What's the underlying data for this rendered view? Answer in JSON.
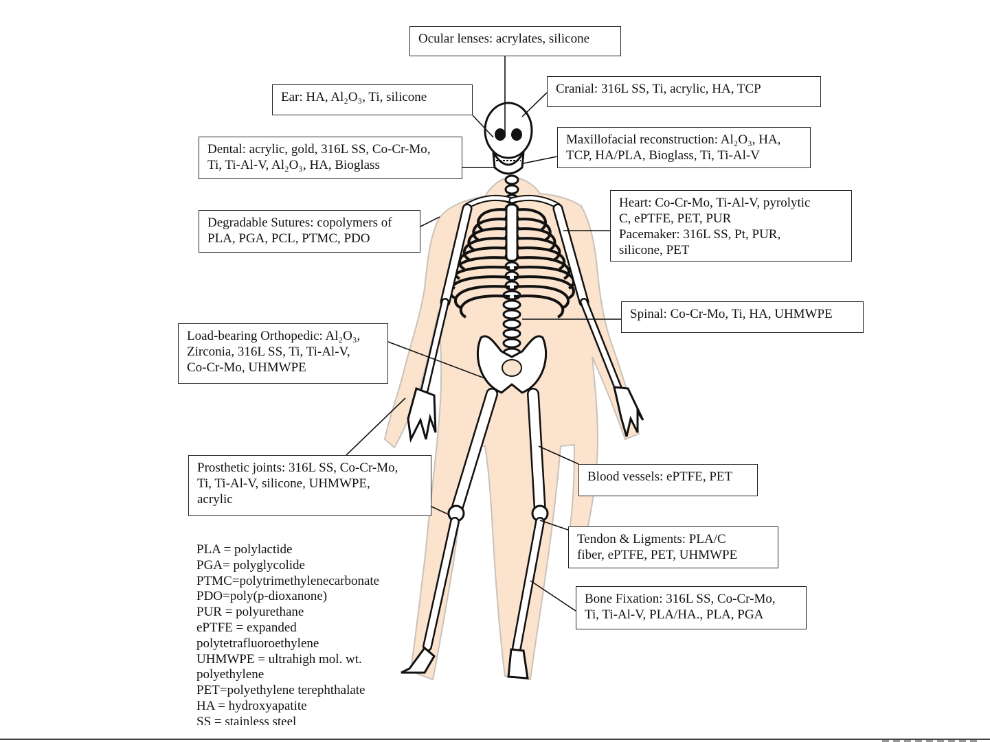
{
  "labels": {
    "ocular": [
      "Ocular lenses: acrylates, silicone"
    ],
    "ear": [
      "Ear: HA, Al₂O₃, Ti, silicone"
    ],
    "cranial": [
      "Cranial: 316L SS, Ti, acrylic, HA, TCP"
    ],
    "dental": [
      "Dental: acrylic, gold, 316L SS, Co-Cr-Mo,",
      "Ti, Ti-Al-V, Al₂O₃, HA, Bioglass"
    ],
    "maxillofacial": [
      "Maxillofacial reconstruction: Al₂O₃, HA,",
      "TCP, HA/PLA, Bioglass, Ti, Ti-Al-V"
    ],
    "sutures": [
      "Degradable Sutures: copolymers of",
      "PLA, PGA, PCL, PTMC, PDO"
    ],
    "heart": [
      "Heart: Co-Cr-Mo, Ti-Al-V, pyrolytic",
      "C, ePTFE, PET, PUR",
      "Pacemaker: 316L SS, Pt, PUR,",
      "silicone, PET"
    ],
    "spinal": [
      "Spinal: Co-Cr-Mo, Ti, HA, UHMWPE"
    ],
    "orthopedic": [
      "Load-bearing Orthopedic: Al₂O₃,",
      "Zirconia, 316L SS, Ti, Ti-Al-V,",
      "Co-Cr-Mo, UHMWPE"
    ],
    "prosthetic": [
      "Prosthetic joints: 316L SS, Co-Cr-Mo,",
      "Ti, Ti-Al-V, silicone, UHMWPE,",
      "acrylic"
    ],
    "blood": [
      "Blood vessels: ePTFE, PET"
    ],
    "tendon": [
      "Tendon & Ligments: PLA/C",
      "fiber, ePTFE, PET, UHMWPE"
    ],
    "fixation": [
      "Bone Fixation: 316L SS, Co-Cr-Mo,",
      "Ti, Ti-Al-V, PLA/HA., PLA, PGA"
    ]
  },
  "legend": [
    "PLA = polylactide",
    "PGA= polyglycolide",
    "PTMC=polytrimethylenecarbonate",
    "PDO=poly(p-dioxanone)",
    "PUR = polyurethane",
    "ePTFE = expanded",
    "polytetrafluoroethylene",
    "UHMWPE = ultrahigh mol. wt.",
    "polyethylene",
    "PET=polyethylene terephthalate",
    "HA = hydroxyapatite",
    "SS = stainless steel"
  ],
  "colors": {
    "body_fill": "#fbe3cd",
    "body_outline": "#c9c2bb",
    "bone_fill": "#ffffff",
    "bone_stroke": "#111111",
    "leader_line": "#111111"
  }
}
